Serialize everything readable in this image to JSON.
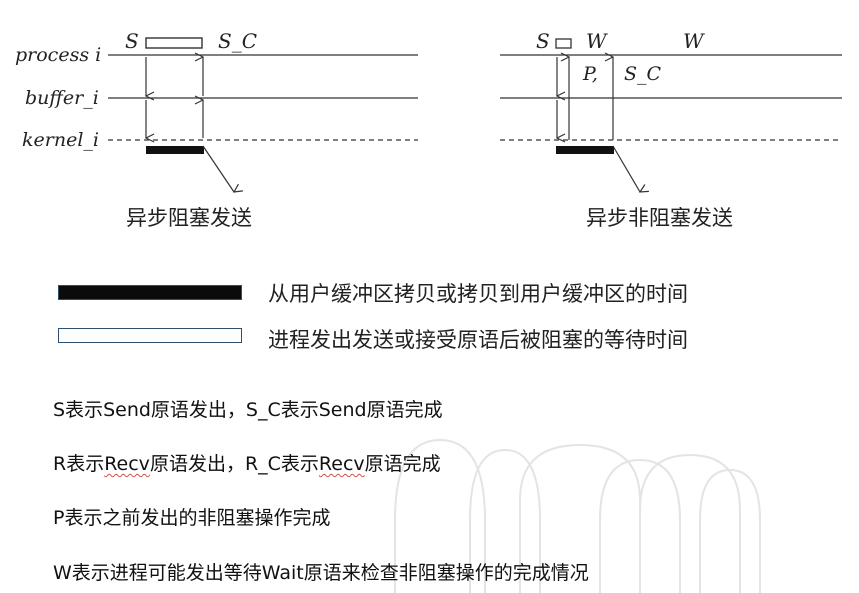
{
  "left_diagram": {
    "rows": [
      "process i",
      "buffer_i",
      "kernel_i"
    ],
    "label_s": "S",
    "label_sc": "S_C",
    "caption": "异步阻塞发送"
  },
  "right_diagram": {
    "label_s": "S",
    "label_w1": "W",
    "label_w2": "W",
    "label_p": "P,",
    "label_sc": "S_C",
    "caption": "异步非阻塞发送"
  },
  "legend": {
    "black_bar": "从用户缓冲区拷贝或拷贝到用户缓冲区的时间",
    "white_bar": "进程发出发送或接受原语后被阻塞的等待时间"
  },
  "notes": {
    "n1": {
      "a": "S表示",
      "b": "Send",
      "c": "原语发出，S_C表示",
      "d": "Send",
      "e": "原语完成"
    },
    "n2": {
      "a": "R表示",
      "b": "Recv",
      "c": "原语发出，R_C表示",
      "d": "Recv",
      "e": "原语完成"
    },
    "n3": "P表示之前发出的非阻塞操作完成",
    "n4": "W表示进程可能发出等待Wait原语来检查非阻塞操作的完成情况"
  },
  "colors": {
    "line": "#333333",
    "bar": "#111111",
    "legend_border": "#2f4f6f",
    "watermark": "#e6e6e6"
  }
}
